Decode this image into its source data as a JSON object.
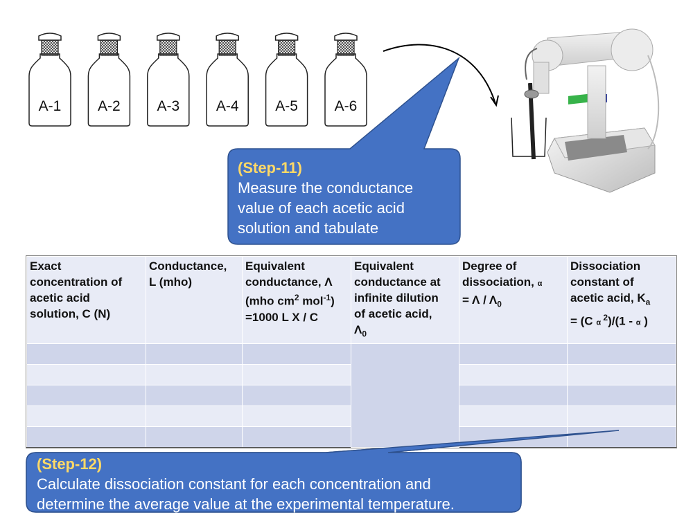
{
  "bottles": [
    "A-1",
    "A-2",
    "A-3",
    "A-4",
    "A-5",
    "A-6"
  ],
  "step11": {
    "step": "(Step-11)",
    "lines": [
      "Measure the conductance",
      "value of each acetic acid",
      "solution and tabulate"
    ]
  },
  "table": {
    "col1": [
      "Exact",
      "concentration of",
      "acetic acid",
      "solution, C (N)"
    ],
    "col2": [
      "Conductance,",
      "L (mho)"
    ],
    "col3": {
      "line1": "Equivalent",
      "line2": "conductance, Λ",
      "line3_a": "(mho cm",
      "line3_sup1": "2",
      "line3_b": " mol",
      "line3_sup2": "-1",
      "line3_c": ")",
      "line4": "=1000 L X / C"
    },
    "col4": {
      "line1": "Equivalent",
      "line2": "conductance at",
      "line3": "infinite dilution",
      "line4": "of acetic acid,",
      "symbol": "Λ",
      "sub": "0"
    },
    "col5": {
      "line1": "Degree of",
      "line2": "dissociation,",
      "alpha": "α",
      "line3_a": "= Λ / Λ",
      "line3_sub": "0"
    },
    "col6": {
      "line1": "Dissociation",
      "line2": "constant of",
      "line3_a": "acetic acid, K",
      "line3_sub": "a",
      "line4_a": "= (C ",
      "alpha1": "α",
      "sup": " 2",
      "line4_b": ")/(1 - ",
      "alpha2": "α",
      "line4_c": " )"
    }
  },
  "step12": {
    "step": "(Step-12)",
    "lines": [
      "Calculate dissociation constant for each concentration and",
      "determine the average value at the experimental temperature."
    ]
  },
  "colors": {
    "callout_fill": "#4472c4",
    "callout_border": "#2f528f",
    "step_label": "#ffd966",
    "table_dark": "#cfd5ea",
    "table_light": "#e8ebf6"
  },
  "icons": [
    "reagent-bottle-icon",
    "conductivity-meter-icon",
    "curved-arrow-icon"
  ]
}
